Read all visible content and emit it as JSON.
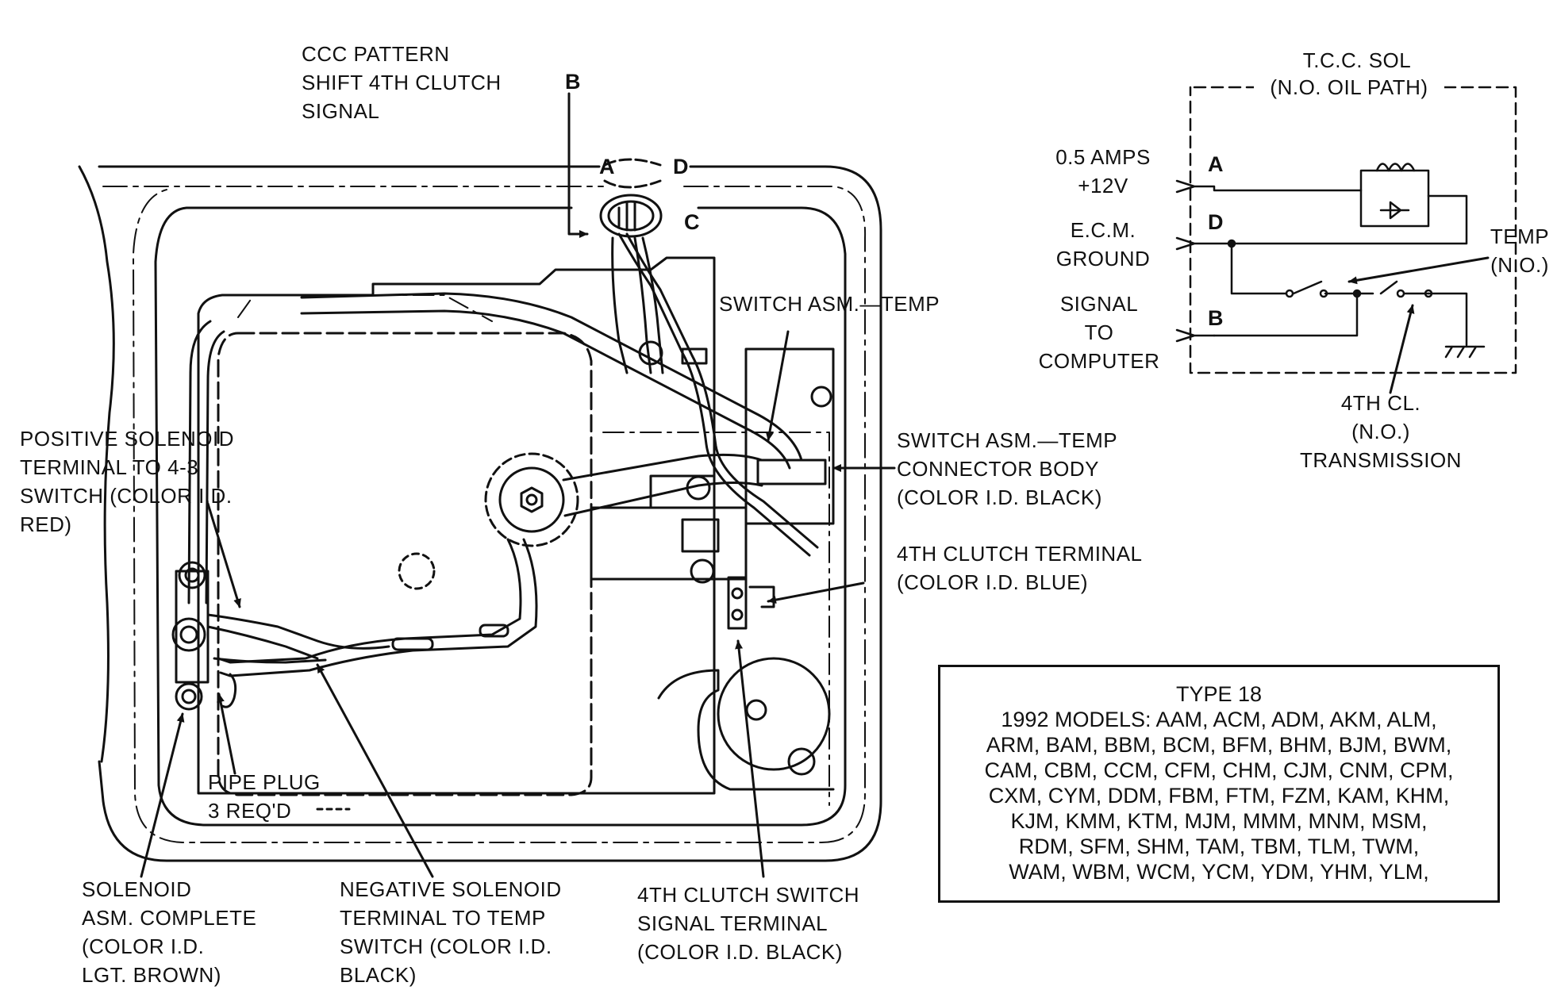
{
  "labels": {
    "ccc_pattern": [
      "CCC PATTERN",
      "SHIFT 4TH CLUTCH",
      "SIGNAL"
    ],
    "switch_temp": "SWITCH ASM.—TEMP",
    "switch_temp_connector": [
      "SWITCH ASM.—TEMP",
      "CONNECTOR BODY",
      "(COLOR I.D. BLACK)"
    ],
    "fourth_clutch_terminal": [
      "4TH CLUTCH TERMINAL",
      "(COLOR I.D. BLUE)"
    ],
    "positive_solenoid": [
      "POSITIVE SOLENOID",
      "TERMINAL TO 4-3",
      "SWITCH (COLOR I.D.",
      "RED)"
    ],
    "pipe_plug": [
      "PIPE PLUG",
      "3 REQ'D"
    ],
    "solenoid_asm": [
      "SOLENOID",
      "ASM. COMPLETE",
      "(COLOR I.D.",
      "LGT. BROWN)"
    ],
    "negative_solenoid": [
      "NEGATIVE SOLENOID",
      "TERMINAL TO TEMP",
      "SWITCH (COLOR I.D.",
      "BLACK)"
    ],
    "fourth_clutch_switch": [
      "4TH CLUTCH SWITCH",
      "SIGNAL TERMINAL",
      "(COLOR I.D. BLACK)"
    ]
  },
  "connector_pins": {
    "a": "A",
    "b": "B",
    "c": "C",
    "d": "D"
  },
  "schematic": {
    "tcc_sol": "T.C.C. SOL",
    "oil_path": "(N.O. OIL PATH)",
    "amps": [
      "0.5 AMPS",
      "+12V"
    ],
    "ecm": [
      "E.C.M.",
      "GROUND"
    ],
    "signal": [
      "SIGNAL",
      "TO",
      "COMPUTER"
    ],
    "pin_a": "A",
    "pin_d": "D",
    "pin_b": "B",
    "temp": [
      "TEMP",
      "(N.O.)"
    ],
    "fourth_cl": [
      "4TH CL.",
      "(N.O.)",
      "TRANSMISSION"
    ]
  },
  "type_box": [
    "TYPE 18",
    "1992 MODELS: AAM, ACM, ADM, AKM, ALM,",
    "ARM, BAM, BBM, BCM, BFM, BHM, BJM, BWM,",
    "CAM, CBM, CCM, CFM, CHM, CJM, CNM, CPM,",
    "CXM, CYM, DDM, FBM, FTM, FZM, KAM, KHM,",
    "KJM, KMM, KTM, MJM, MMM, MNM, MSM,",
    "RDM, SFM, SHM, TAM, TBM, TLM, TWM,",
    "WAM, WBM, WCM, YCM, YDM, YHM, YLM,"
  ]
}
